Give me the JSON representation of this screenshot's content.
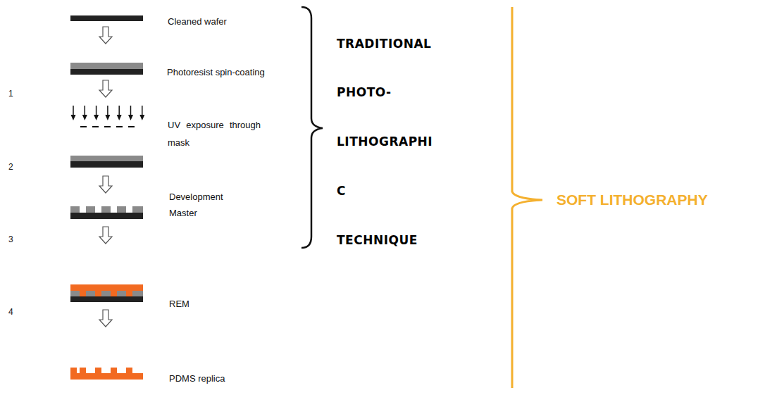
{
  "diagram": {
    "labels": [
      "1",
      "2",
      "3",
      "4",
      "Cleaned wafer",
      "Photoresist spin-coating",
      "UV exposure through mask",
      "Development",
      "Master",
      "REM",
      "PDMS replica",
      "TRADITIONAL",
      "PHOTO-",
      "LITHOGRAPHI",
      "C",
      "TECHNIQUE",
      "SOFT LITHOGRAPHY"
    ]
  }
}
